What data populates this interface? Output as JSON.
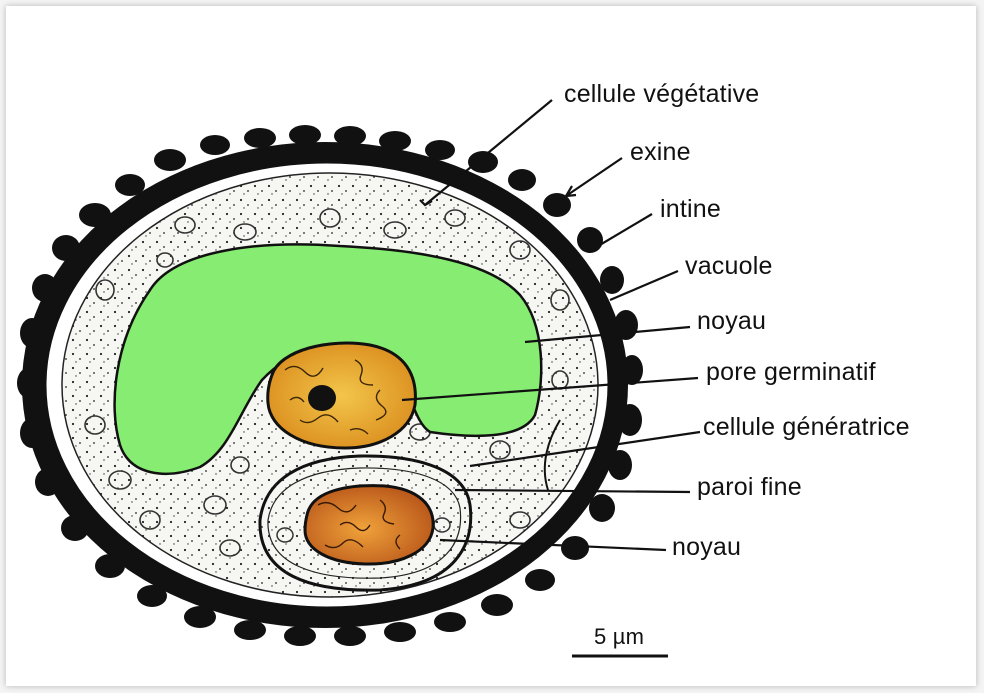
{
  "labels": {
    "cellule_vegetative": "cellule végétative",
    "exine": "exine",
    "intine": "intine",
    "vacuole": "vacuole",
    "noyau_1": "noyau",
    "pore_germinatif": "pore germinatif",
    "cellule_generatrice": "cellule génératrice",
    "paroi_fine": "paroi fine",
    "noyau_2": "noyau"
  },
  "scale_bar": {
    "label": "5 µm"
  },
  "colors": {
    "vacuole": "#86ec72",
    "nucleus": "#e9a52a",
    "outline": "#111111",
    "cytoplasm": "#f6f6f3"
  }
}
